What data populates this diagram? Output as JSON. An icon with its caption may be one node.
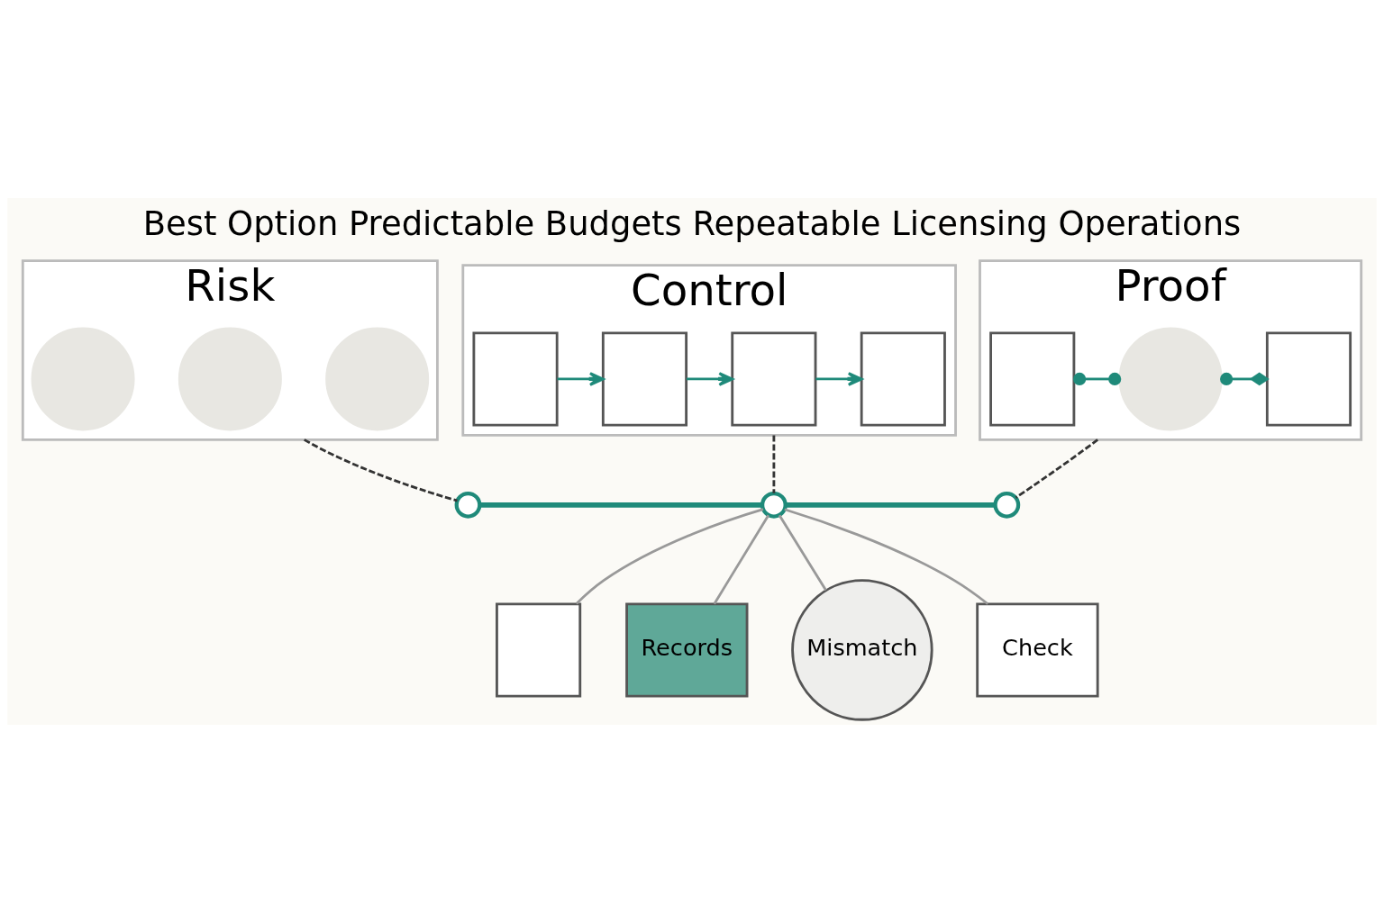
{
  "diagram": {
    "title": "Best Option Predictable Budgets Repeatable Licensing Operations",
    "nodes": [
      {
        "text": [
          "Risk"
        ]
      },
      {
        "text": [],
        "shape": "circle",
        "in": 0
      },
      {
        "text": [],
        "shape": "circle",
        "in": 0
      },
      {
        "text": [],
        "shape": "circle",
        "in": 0
      },
      {
        "text": [
          "Control"
        ]
      },
      {
        "text": [],
        "shape": "box",
        "in": 4
      },
      {
        "text": [],
        "shape": "box",
        "in": 4
      },
      {
        "text": [],
        "shape": "box",
        "in": 4
      },
      {
        "text": [],
        "shape": "box",
        "in": 4
      },
      {
        "text": [
          "Proof"
        ]
      },
      {
        "text": [],
        "shape": "box",
        "in": 9
      },
      {
        "text": [],
        "shape": "circle",
        "in": 9
      },
      {
        "text": [],
        "shape": "box",
        "in": 9
      },
      {
        "text": [],
        "shape": "circle"
      },
      {
        "text": [],
        "shape": "circle"
      },
      {
        "text": [],
        "shape": "circle"
      },
      {
        "text": [],
        "shape": "box"
      },
      {
        "text": [
          "Records"
        ]
      },
      {
        "text": [
          "Mismatch"
        ]
      },
      {
        "text": [
          "Check"
        ]
      }
    ],
    "edges": [
      {
        "from": 5,
        "to": 6,
        "arrow": "to"
      },
      {
        "from": 6,
        "to": 7,
        "arrow": "to"
      },
      {
        "from": 7,
        "to": 8,
        "arrow": "to"
      },
      {
        "from": 10,
        "to": 11,
        "arrow": "other"
      },
      {
        "from": 11,
        "to": 12,
        "arrow": "other"
      },
      {
        "from": 0,
        "to": 13,
        "arrow": "none",
        "style": "dashed",
        "color": "#333333"
      },
      {
        "from": 4,
        "to": 14,
        "arrow": "none",
        "style": "dashed",
        "color": "#333333"
      },
      {
        "from": 9,
        "to": 15,
        "arrow": "none",
        "style": "dashed",
        "color": "#333333"
      },
      {
        "from": 13,
        "to": 14,
        "arrow": "none",
        "style": "thick"
      },
      {
        "from": 14,
        "to": 15,
        "arrow": "none",
        "style": "thick"
      },
      {
        "from": 14,
        "to": 16,
        "arrow": "none",
        "color": "#999999"
      },
      {
        "from": 14,
        "to": 17,
        "arrow": "none",
        "color": "#999999"
      },
      {
        "from": 14,
        "to": 18,
        "arrow": "none",
        "color": "#999999"
      },
      {
        "from": 14,
        "to": 19,
        "arrow": "none",
        "color": "#999999"
      }
    ]
  }
}
